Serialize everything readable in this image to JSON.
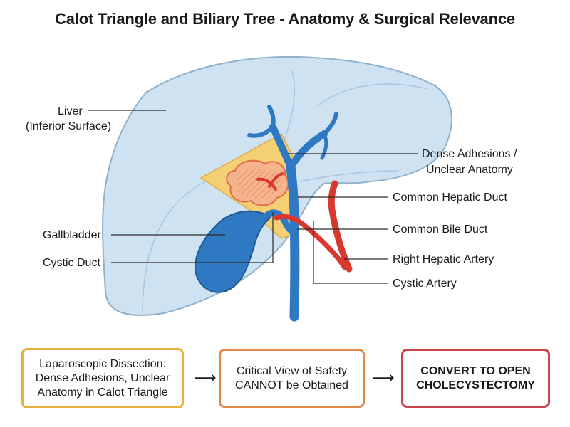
{
  "title": "Calot Triangle and Biliary Tree - Anatomy & Surgical Relevance",
  "labels": {
    "liver_line1": "Liver",
    "liver_line2": "(Inferior Surface)",
    "gallbladder": "Gallbladder",
    "cystic_duct": "Cystic Duct",
    "dense_line1": "Dense Adhesions /",
    "dense_line2": "Unclear Anatomy",
    "common_hepatic_duct": "Common Hepatic Duct",
    "common_bile_duct": "Common Bile Duct",
    "right_hepatic_artery": "Right Hepatic Artery",
    "cystic_artery": "Cystic Artery"
  },
  "flow": {
    "step1": [
      "Laparoscopic Dissection:",
      "Dense Adhesions, Unclear",
      "Anatomy in Calot Triangle"
    ],
    "step2": [
      "Critical View of Safety",
      "CANNOT be Obtained"
    ],
    "step3": [
      "CONVERT TO OPEN",
      "CHOLECYSTECTOMY"
    ]
  },
  "colors": {
    "liver_fill": "#cfe2f1",
    "liver_stroke": "#8fb1cc",
    "duct_blue": "#2f78c2",
    "artery_red": "#d9382f",
    "triangle_fill": "#f8cf6e",
    "box1_border": "#e8b23a",
    "box2_border": "#e0894a",
    "box3_border": "#c9444b"
  }
}
